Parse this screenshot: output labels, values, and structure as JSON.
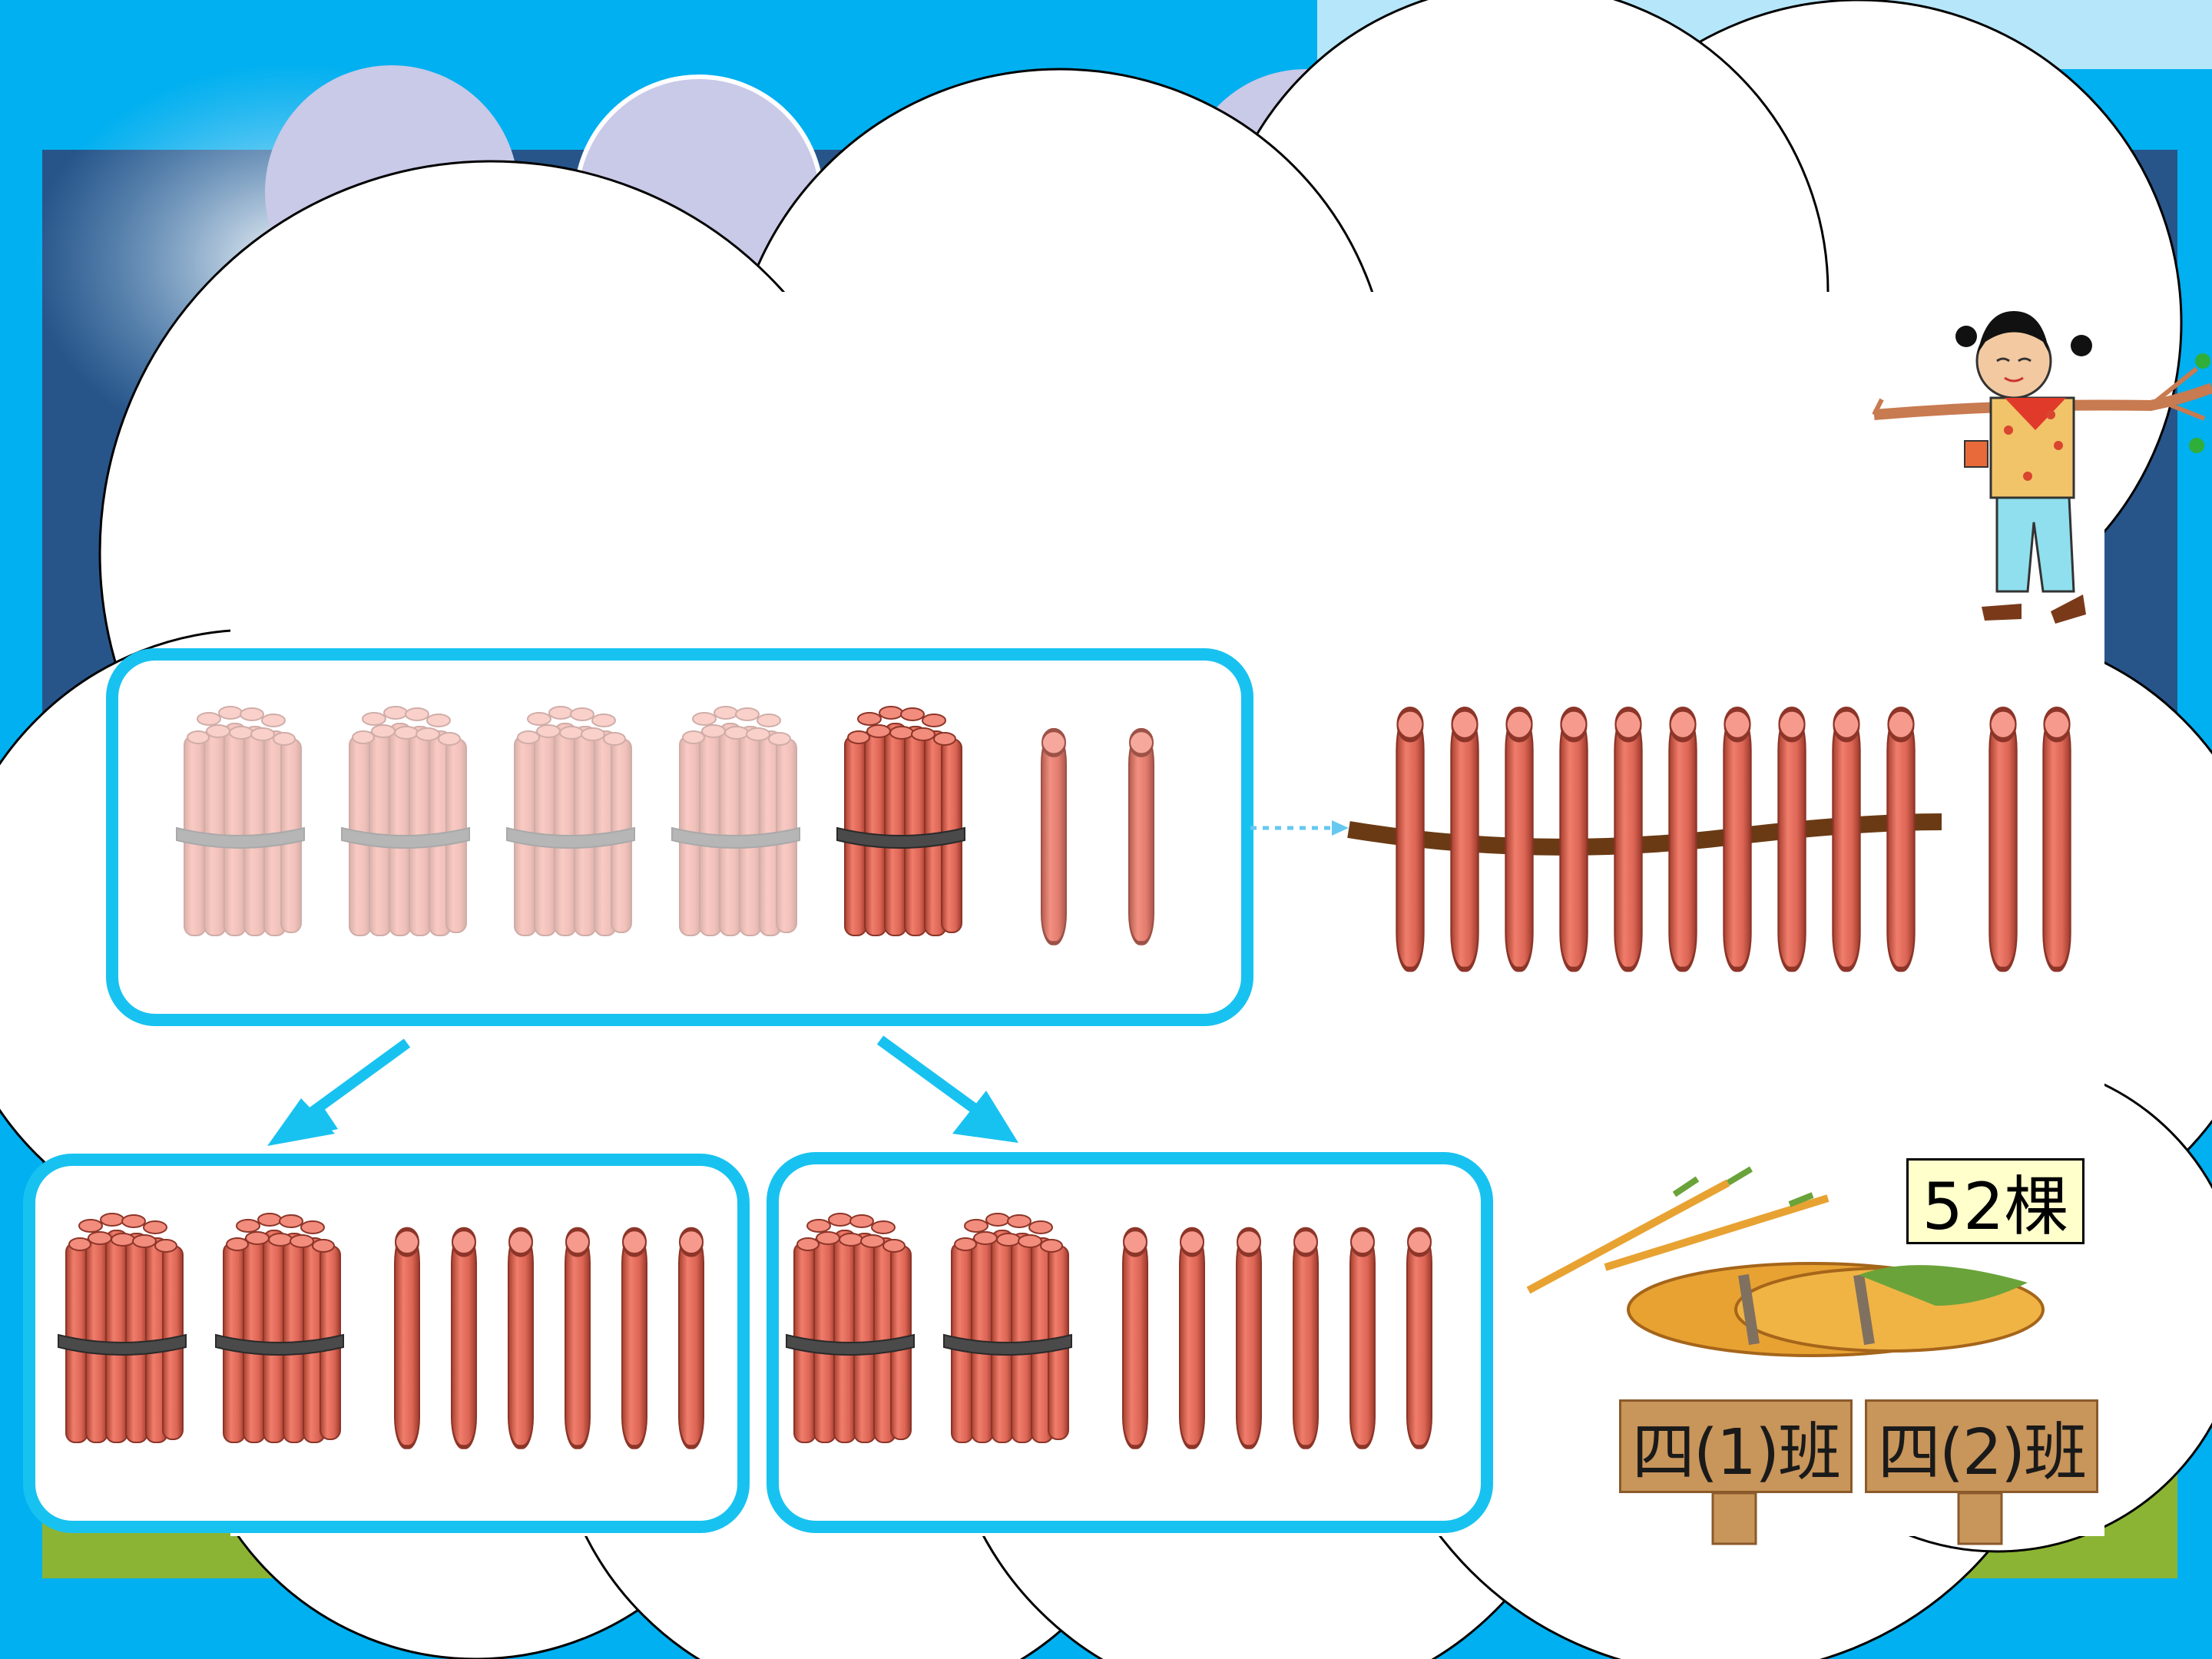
{
  "scene": {
    "colors": {
      "sky": "#00b0f0",
      "slide_dark": "#27558a",
      "slide_grass": "#8cb434",
      "frame_blue": "#18c2f0",
      "stick_red": "#e06a5a",
      "stick_dark": "#b84a3c",
      "twine": "#4a4a4a",
      "sign_wood": "#c8955a"
    }
  },
  "labels": {
    "tree_count": "52棵",
    "class_1": "四(1)班",
    "class_2": "四(2)班"
  },
  "groups": {
    "total": {
      "bundles": 5,
      "faded_bundles": 4,
      "loose_sticks": 2
    },
    "split_left": {
      "bundles": 2,
      "loose_sticks": 6
    },
    "split_right": {
      "bundles": 2,
      "loose_sticks": 6
    },
    "fence": {
      "tied_sticks": 10,
      "loose_sticks": 2
    }
  }
}
